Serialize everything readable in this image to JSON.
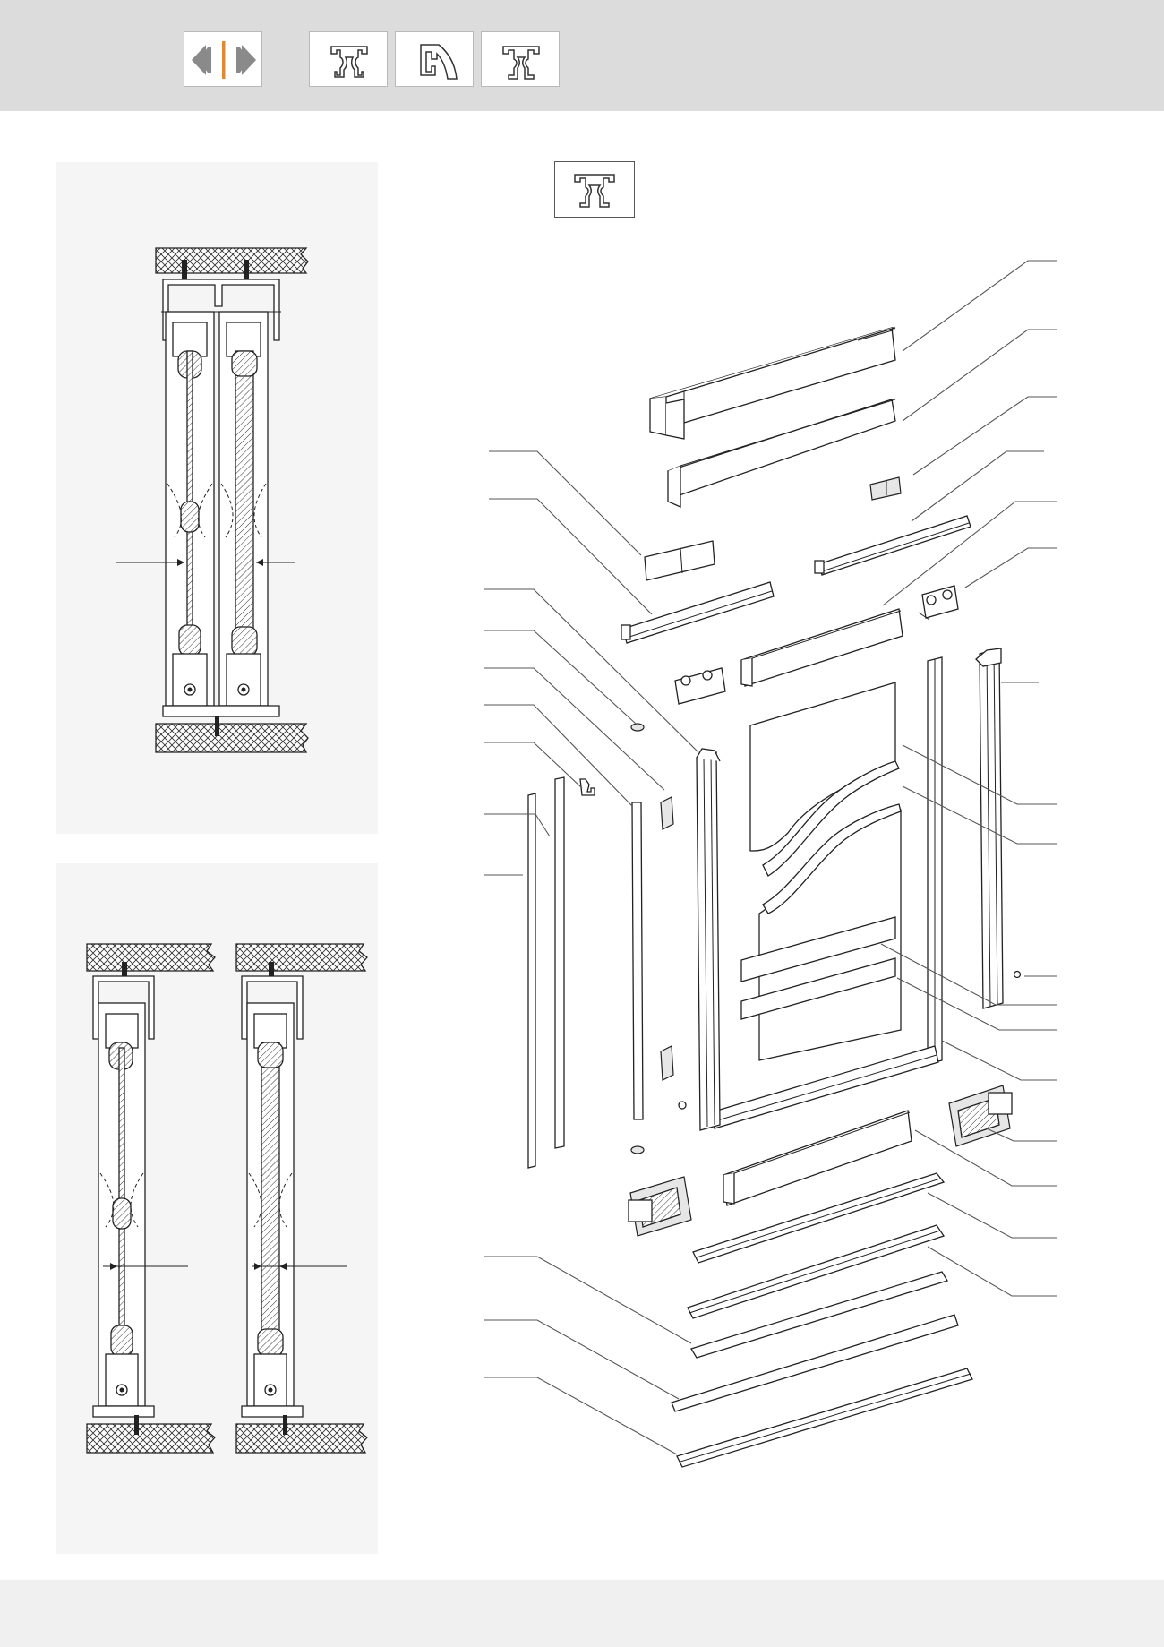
{
  "toolbar": {
    "tabs": [
      {
        "name": "tab-double-panel",
        "icon": "double-panel-arrows-icon",
        "active": true
      },
      {
        "name": "tab-profile-1",
        "icon": "profile-section-icon"
      },
      {
        "name": "tab-profile-2",
        "icon": "profile-section-angled-icon"
      },
      {
        "name": "tab-profile-3",
        "icon": "profile-section-icon"
      }
    ],
    "accent_color": "#e8862a"
  },
  "colors": {
    "header_bg": "#dcdcdc",
    "panel_bg": "#f4f5f4",
    "footer_bg": "#f0f0f0",
    "line": "#222222"
  },
  "diagrams": {
    "section_top": "cross-section-two-panels-shared-track",
    "section_bottom": "cross-section-two-panels-separate-tracks",
    "exploded": "exploded-view-sliding-door-kit",
    "profile_icon": "profile-section-icon"
  }
}
